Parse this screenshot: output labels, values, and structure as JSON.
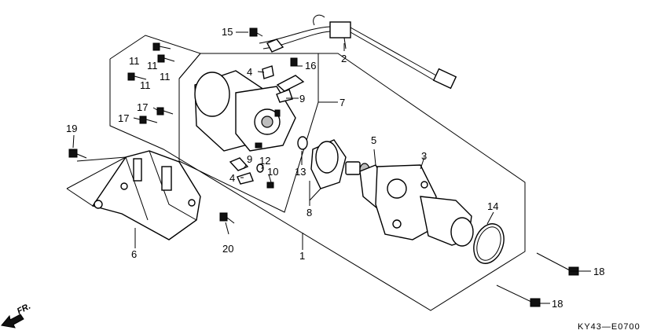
{
  "diagram": {
    "callouts": [
      {
        "id": "c1",
        "text": "1"
      },
      {
        "id": "c2",
        "text": "2"
      },
      {
        "id": "c3",
        "text": "3"
      },
      {
        "id": "c4a",
        "text": "4"
      },
      {
        "id": "c4b",
        "text": "4"
      },
      {
        "id": "c5",
        "text": "5"
      },
      {
        "id": "c6",
        "text": "6"
      },
      {
        "id": "c7",
        "text": "7"
      },
      {
        "id": "c8",
        "text": "8"
      },
      {
        "id": "c9a",
        "text": "9"
      },
      {
        "id": "c9b",
        "text": "9"
      },
      {
        "id": "c10",
        "text": "10"
      },
      {
        "id": "c11a",
        "text": "11"
      },
      {
        "id": "c11b",
        "text": "11"
      },
      {
        "id": "c11c",
        "text": "11"
      },
      {
        "id": "c11d",
        "text": "11"
      },
      {
        "id": "c12",
        "text": "12"
      },
      {
        "id": "c13",
        "text": "13"
      },
      {
        "id": "c14",
        "text": "14"
      },
      {
        "id": "c15",
        "text": "15"
      },
      {
        "id": "c16",
        "text": "16"
      },
      {
        "id": "c17a",
        "text": "17"
      },
      {
        "id": "c17b",
        "text": "17"
      },
      {
        "id": "c18a",
        "text": "18"
      },
      {
        "id": "c18b",
        "text": "18"
      },
      {
        "id": "c19",
        "text": "19"
      },
      {
        "id": "c20",
        "text": "20"
      }
    ],
    "direction_label": "FR.",
    "figure_code": "KY43—E0700"
  }
}
